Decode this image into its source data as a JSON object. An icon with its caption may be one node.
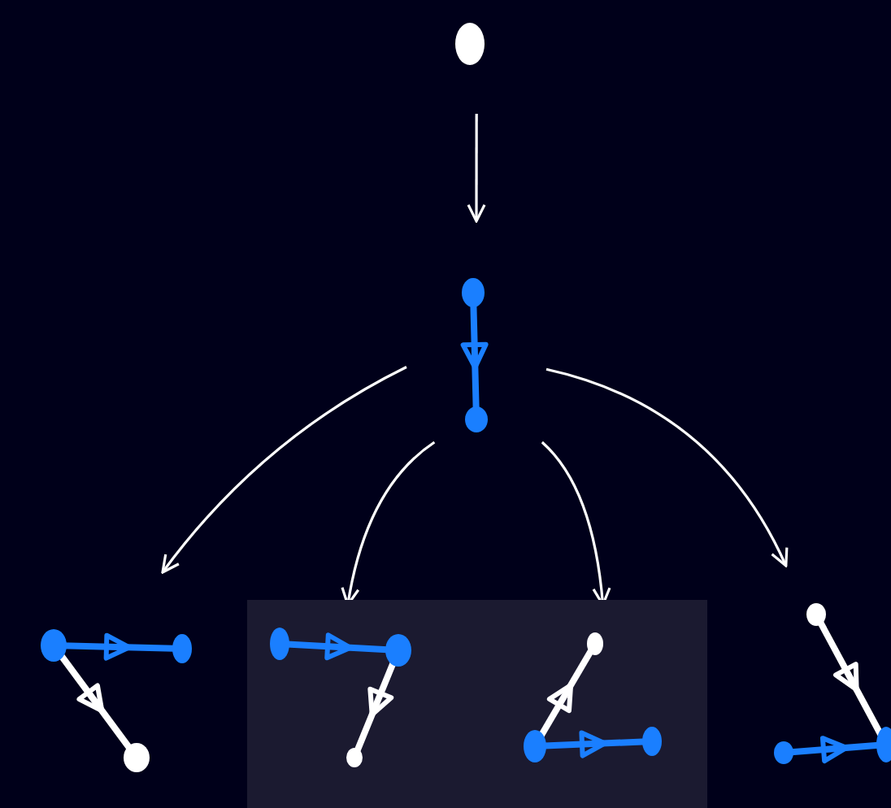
{
  "diagram": {
    "nodes": [
      {
        "text": [],
        "shape": "circle"
      },
      {
        "text": [],
        "shape": "graph"
      },
      {
        "text": [],
        "shape": "graph"
      },
      {
        "text": [],
        "shape": "box"
      },
      {
        "text": [],
        "shape": "graph",
        "in": 3
      },
      {
        "text": [],
        "shape": "graph",
        "in": 3
      },
      {
        "text": [],
        "shape": "graph"
      }
    ],
    "edges": [
      {
        "from": 0,
        "to": 1,
        "arrow": "to"
      },
      {
        "from": 1,
        "to": 2,
        "arrow": "to"
      },
      {
        "from": 1,
        "to": 4,
        "arrow": "to"
      },
      {
        "from": 1,
        "to": 5,
        "arrow": "to"
      },
      {
        "from": 1,
        "to": 6,
        "arrow": "to"
      }
    ]
  }
}
